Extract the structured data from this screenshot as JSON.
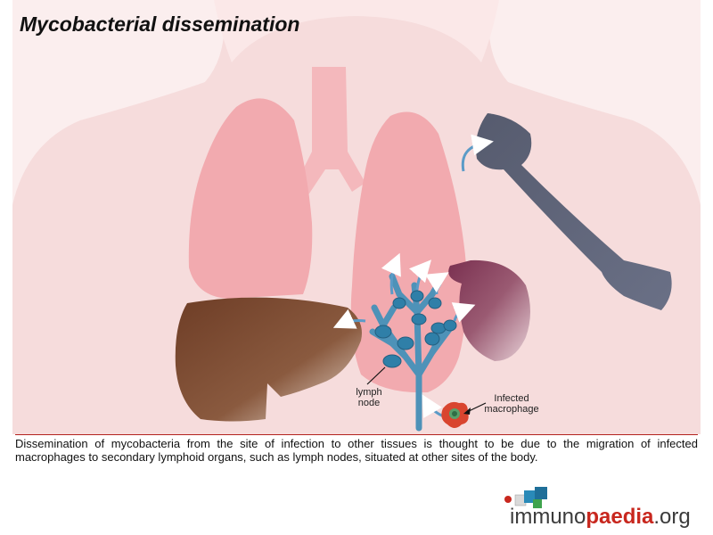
{
  "title": "Mycobacterial dissemination",
  "labels": {
    "lymph_node": "lymph node",
    "infected_macrophage": "Infected macrophage"
  },
  "caption": "Dissemination of mycobacteria from the site of infection to other tissues is thought to be due to the migration of infected macrophages to secondary lymphoid organs, such as lymph nodes, situated at other sites of the body.",
  "logo": {
    "prefix": "immuno",
    "highlight": "paedia",
    "suffix": ".org"
  },
  "colors": {
    "body_silhouette": "#f6dcdc",
    "lungs": "#f2aaaf",
    "liver": "#7b4a31",
    "spleen": "#8a3f58",
    "bone": "#5e6478",
    "lymphatics": "#4e92b8",
    "macrophage": "#d9452f",
    "rule": "#b3231f",
    "logo_accent": "#c8271e"
  }
}
